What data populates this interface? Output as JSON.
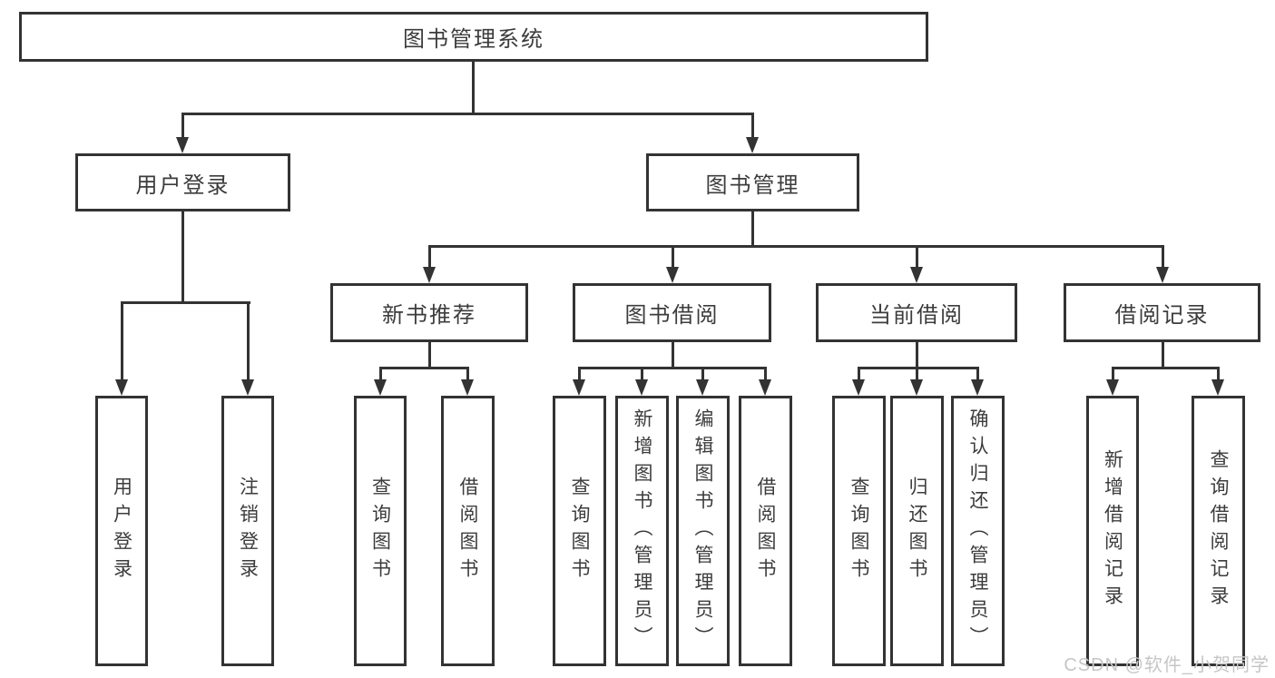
{
  "diagram": {
    "root": {
      "label": "图书管理系统"
    },
    "branches": [
      {
        "label": "用户登录",
        "children": [
          {
            "label": "用户登录"
          },
          {
            "label": "注销登录"
          }
        ]
      },
      {
        "label": "图书管理",
        "children": [
          {
            "label": "新书推荐",
            "children": [
              {
                "label": "查询图书"
              },
              {
                "label": "借阅图书"
              }
            ]
          },
          {
            "label": "图书借阅",
            "children": [
              {
                "label": "查询图书"
              },
              {
                "label": "新增图书（管理员）"
              },
              {
                "label": "编辑图书（管理员）"
              },
              {
                "label": "借阅图书"
              }
            ]
          },
          {
            "label": "当前借阅",
            "children": [
              {
                "label": "查询图书"
              },
              {
                "label": "归还图书"
              },
              {
                "label": "确认归还（管理员）"
              }
            ]
          },
          {
            "label": "借阅记录",
            "children": [
              {
                "label": "新增借阅记录"
              },
              {
                "label": "查询借阅记录"
              }
            ]
          }
        ]
      }
    ]
  },
  "watermark": "CSDN @软件_小贺同学",
  "colors": {
    "line": "#333333",
    "text": "#3c3c3c",
    "background": "#ffffff",
    "watermark": "#c6c6c6"
  }
}
